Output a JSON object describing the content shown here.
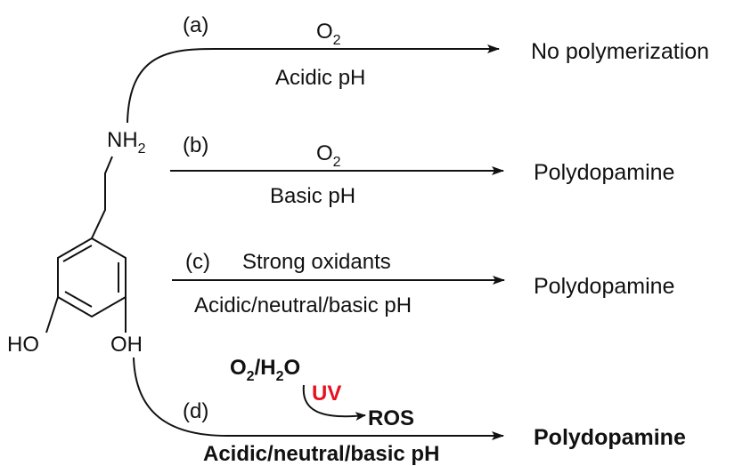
{
  "molecule": {
    "amine": "NH",
    "amine_sub": "2",
    "hydroxyl_left": "HO",
    "hydroxyl_right": "OH"
  },
  "routes": [
    {
      "letter": "(a)",
      "above": "O",
      "above_sub": "2",
      "below": "Acidic pH",
      "product": "No polymerization"
    },
    {
      "letter": "(b)",
      "above": "O",
      "above_sub": "2",
      "below": "Basic pH",
      "product": "Polydopamine"
    },
    {
      "letter": "(c)",
      "above": "Strong oxidants",
      "below": "Acidic/neutral/basic pH",
      "product": "Polydopamine"
    },
    {
      "letter": "(d)",
      "reagent_a": "O",
      "reagent_a_sub": "2",
      "reagent_b": "/H",
      "reagent_b_sub": "2",
      "reagent_c": "O",
      "stimulus": "UV",
      "intermediate": "ROS",
      "below": "Acidic/neutral/basic pH",
      "product": "Polydopamine"
    }
  ],
  "colors": {
    "ink": "#111111",
    "uv": "#e8101e"
  }
}
